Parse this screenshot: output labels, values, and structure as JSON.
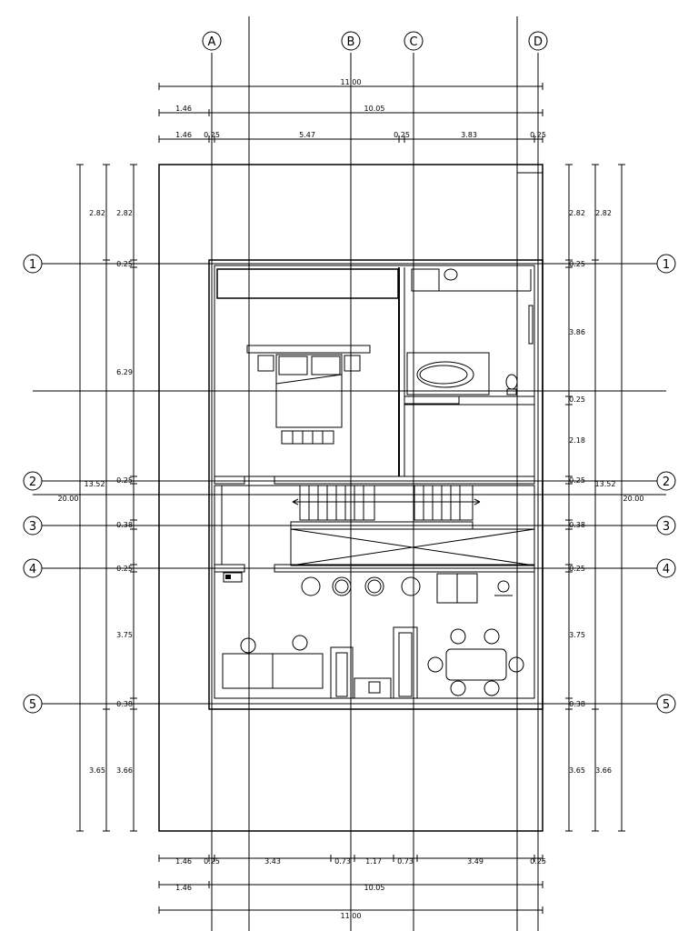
{
  "grid": {
    "columns": [
      "A",
      "B",
      "C",
      "D"
    ],
    "rows": [
      "1",
      "2",
      "3",
      "4",
      "5"
    ]
  },
  "dimensions": {
    "top": {
      "overall": "11.00",
      "row2": [
        "1.46",
        "10.05"
      ],
      "row3": [
        "1.46",
        "0.25",
        "5.47",
        "0.25",
        "3.83",
        "0.25"
      ]
    },
    "bottom": {
      "row1": [
        "1.46",
        "0.25",
        "3.43",
        "0.73",
        "1.17",
        "0.73",
        "3.49",
        "0.25"
      ],
      "row2": [
        "1.46",
        "10.05"
      ],
      "overall": "11.00"
    },
    "left": {
      "outer": [
        "2.82",
        "2.82",
        "0.25",
        "6.29",
        "0.25",
        "0.38",
        "0.25",
        "3.75",
        "0.38",
        "3.65",
        "3.66"
      ],
      "totals": [
        "13.52",
        "20.00"
      ]
    },
    "right": {
      "inner": [
        "2.82",
        "2.82",
        "0.25",
        "3.86",
        "0.25",
        "2.18",
        "0.25",
        "0.38",
        "0.25",
        "3.75",
        "0.38",
        "3.65",
        "3.66"
      ],
      "totals": [
        "13.52",
        "20.00"
      ]
    }
  }
}
